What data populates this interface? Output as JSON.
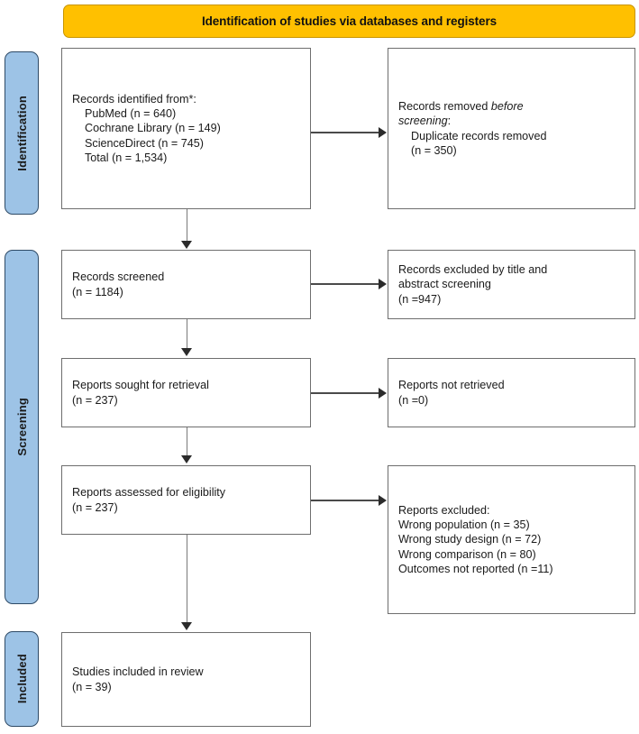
{
  "diagram": {
    "type": "prisma-flow-diagram",
    "banner": {
      "title": "Identification of studies via databases and registers",
      "color": "#FFC000"
    },
    "stages": [
      {
        "id": "identification",
        "label": "Identification",
        "color": "#9DC3E6"
      },
      {
        "id": "screening",
        "label": "Screening",
        "color": "#9DC3E6"
      },
      {
        "id": "included",
        "label": "Included",
        "color": "#9DC3E6"
      }
    ],
    "boxes": {
      "records_identified": {
        "line1": "Records identified from*:",
        "line2": "    PubMed (n = 640)",
        "line3": "    Cochrane Library (n = 149)",
        "line4": "    ScienceDirect (n = 745)",
        "line5": "    Total (n = 1,534)"
      },
      "records_removed": {
        "pre": "Records removed ",
        "italic": "before\nscreening",
        "post": ":\n    Duplicate records removed\n    (n = 350)"
      },
      "records_screened": {
        "line1": "Records screened",
        "line2": "(n = 1184)"
      },
      "records_excluded": {
        "line1": "Records excluded by title and",
        "line2": "abstract screening",
        "line3": "(n =947)"
      },
      "reports_sought": {
        "line1": "Reports sought for retrieval",
        "line2": "(n = 237)"
      },
      "reports_not_retrieved": {
        "line1": "Reports not retrieved",
        "line2": "(n =0)"
      },
      "reports_assessed": {
        "line1": "Reports assessed for eligibility",
        "line2": "(n = 237)"
      },
      "reports_excluded": {
        "line1": "Reports excluded:",
        "line2": "Wrong population (n = 35)",
        "line3": "Wrong study design (n = 72)",
        "line4": "Wrong comparison (n = 80)",
        "line5": "Outcomes not reported (n =11)"
      },
      "studies_included": {
        "line1": "Studies included in review",
        "line2": "(n = 39)"
      }
    },
    "counts": {
      "pubmed": 640,
      "cochrane_library": 149,
      "sciencedirect": 745,
      "total_identified": 1534,
      "duplicates_removed": 350,
      "records_screened": 1184,
      "records_excluded_title_abstract": 947,
      "reports_sought": 237,
      "reports_not_retrieved": 0,
      "reports_assessed": 237,
      "wrong_population": 35,
      "wrong_study_design": 72,
      "wrong_comparison": 80,
      "outcomes_not_reported": 11,
      "studies_included": 39
    }
  }
}
